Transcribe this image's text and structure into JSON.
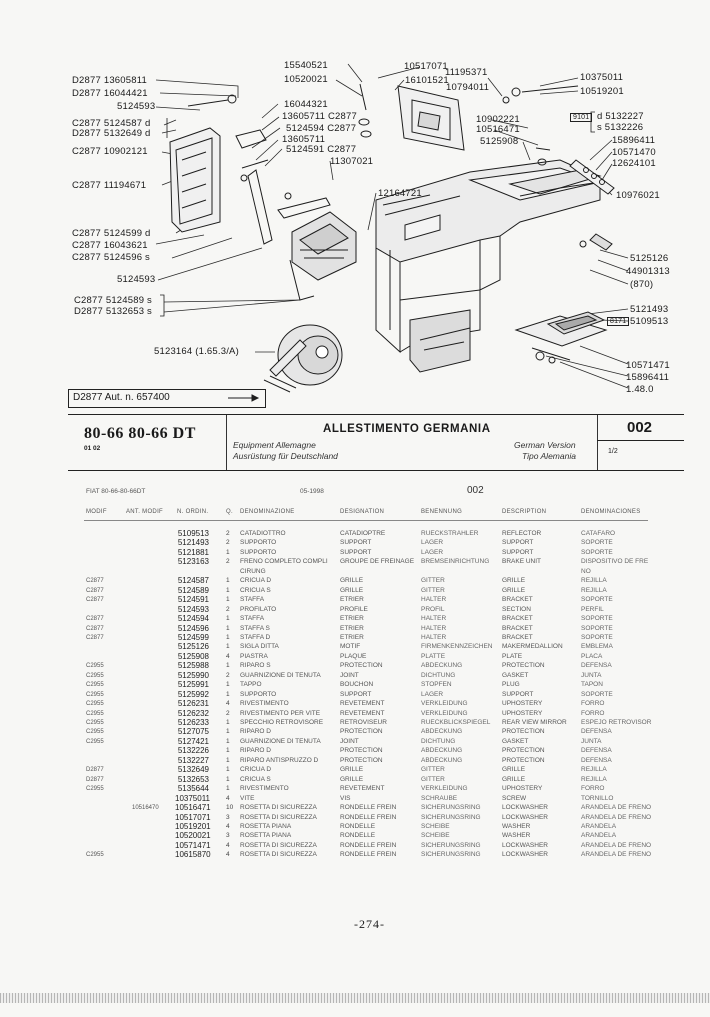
{
  "diagram": {
    "callouts_left": [
      "D2877  13605811",
      "D2877  16044421",
      "5124593",
      "C2877    5124587   d",
      "D2877    5132649   d",
      "C2877  10902121",
      "C2877  11194671",
      "C2877      5124599   d",
      "C2877   16043621",
      "C2877      5124596   s",
      "5124593",
      "C2877    5124589   s",
      "D2877    5132653   s",
      "5123164  (1.65.3/A)"
    ],
    "callouts_center": [
      "15540521",
      "10520021",
      "16044321",
      "13605711  C2877",
      "5124594  C2877",
      "13605711",
      "5124591  C2877",
      "11307021",
      "12164721"
    ],
    "callouts_top": [
      "10517071",
      "11195371",
      "16101521",
      "10794011"
    ],
    "callouts_right": [
      "10375011",
      "10519201",
      "10902221",
      "10516471",
      "5125908",
      "d 5132227",
      "s 5132226",
      "15896411",
      "10571470",
      "12624101",
      "10976021",
      "5125126",
      "44901313",
      "(870)",
      "5121493",
      "5109513",
      "10571471",
      "15896411",
      "1.48.0"
    ],
    "badge_a": "9101",
    "badge_b": "8171",
    "aut_label": "D2877  Aut. n. 657400"
  },
  "header": {
    "model": "80-66  80-66 DT",
    "code_small": "01  02",
    "title": "ALLESTIMENTO GERMANIA",
    "sub_left": [
      "Equipment Allemagne",
      "Ausrüstung für Deutschland"
    ],
    "sub_right": [
      "German Version",
      "Tipo Alemania"
    ],
    "page": "002",
    "page_fraction": "1/2"
  },
  "meta": {
    "left": "FIAT 80-66-80-66DT",
    "date": "05-1998",
    "center_code": "002"
  },
  "columns": [
    "MODIF",
    "ANT. MODIF",
    "N. ORDIN.",
    "Q.",
    "DENOMINAZIONE",
    "DESIGNATION",
    "BENENNUNG",
    "DESCRIPTION",
    "DENOMINACIONES"
  ],
  "rows": [
    {
      "mod": "",
      "ant": "",
      "code": "5109513",
      "qty": "2",
      "it": "CATADIOTTRO",
      "fr": "CATADIOPTRE",
      "de": "RUECKSTRAHLER",
      "en": "REFLECTOR",
      "es": "CATAFARO"
    },
    {
      "mod": "",
      "ant": "",
      "code": "5121493",
      "qty": "2",
      "it": "SUPPORTO",
      "fr": "SUPPORT",
      "de": "LAGER",
      "en": "SUPPORT",
      "es": "SOPORTE"
    },
    {
      "mod": "",
      "ant": "",
      "code": "5121881",
      "qty": "1",
      "it": "SUPPORTO",
      "fr": "SUPPORT",
      "de": "LAGER",
      "en": "SUPPORT",
      "es": "SOPORTE"
    },
    {
      "mod": "",
      "ant": "",
      "code": "5123163",
      "qty": "2",
      "it": "FRENO COMPLETO COMPLI",
      "fr": "GROUPE DE FREINAGE",
      "de": "BREMSEINRICHTUNG",
      "en": "BRAKE UNIT",
      "es": "DISPOSITIVO DE FRE"
    },
    {
      "mod": "",
      "ant": "",
      "code": "",
      "qty": "",
      "it": "CIRUNG",
      "fr": "",
      "de": "",
      "en": "",
      "es": "NO"
    },
    {
      "mod": "C2877",
      "ant": "",
      "code": "5124587",
      "qty": "1",
      "it": "CRICUA D",
      "fr": "GRILLE",
      "de": "GITTER",
      "en": "GRILLE",
      "es": "REJILLA"
    },
    {
      "mod": "C2877",
      "ant": "",
      "code": "5124589",
      "qty": "1",
      "it": "CRICUA S",
      "fr": "GRILLE",
      "de": "GITTER",
      "en": "GRILLE",
      "es": "REJILLA"
    },
    {
      "mod": "C2877",
      "ant": "",
      "code": "5124591",
      "qty": "1",
      "it": "STAFFA",
      "fr": "ETRIER",
      "de": "HALTER",
      "en": "BRACKET",
      "es": "SOPORTE"
    },
    {
      "mod": "",
      "ant": "",
      "code": "5124593",
      "qty": "2",
      "it": "PROFILATO",
      "fr": "PROFILE",
      "de": "PROFIL",
      "en": "SECTION",
      "es": "PERFIL"
    },
    {
      "mod": "C2877",
      "ant": "",
      "code": "5124594",
      "qty": "1",
      "it": "STAFFA",
      "fr": "ETRIER",
      "de": "HALTER",
      "en": "BRACKET",
      "es": "SOPORTE"
    },
    {
      "mod": "C2877",
      "ant": "",
      "code": "5124596",
      "qty": "1",
      "it": "STAFFA S",
      "fr": "ETRIER",
      "de": "HALTER",
      "en": "BRACKET",
      "es": "SOPORTE"
    },
    {
      "mod": "C2877",
      "ant": "",
      "code": "5124599",
      "qty": "1",
      "it": "STAFFA D",
      "fr": "ETRIER",
      "de": "HALTER",
      "en": "BRACKET",
      "es": "SOPORTE"
    },
    {
      "mod": "",
      "ant": "",
      "code": "5125126",
      "qty": "1",
      "it": "SIGLA DITTA",
      "fr": "MOTIF",
      "de": "FIRMENKENNZEICHEN",
      "en": "MAKERMEDALLION",
      "es": "EMBLEMA"
    },
    {
      "mod": "",
      "ant": "",
      "code": "5125908",
      "qty": "4",
      "it": "PIASTRA",
      "fr": "PLAQUE",
      "de": "PLATTE",
      "en": "PLATE",
      "es": "PLACA"
    },
    {
      "mod": "C2955",
      "ant": "",
      "code": "5125988",
      "qty": "1",
      "it": "RIPARO S",
      "fr": "PROTECTION",
      "de": "ABDECKUNG",
      "en": "PROTECTION",
      "es": "DEFENSA"
    },
    {
      "mod": "C2955",
      "ant": "",
      "code": "5125990",
      "qty": "2",
      "it": "GUARNIZIONE DI TENUTA",
      "fr": "JOINT",
      "de": "DICHTUNG",
      "en": "GASKET",
      "es": "JUNTA"
    },
    {
      "mod": "C2955",
      "ant": "",
      "code": "5125991",
      "qty": "1",
      "it": "TAPPO",
      "fr": "BOUCHON",
      "de": "STOPFEN",
      "en": "PLUG",
      "es": "TAPON"
    },
    {
      "mod": "C2955",
      "ant": "",
      "code": "5125992",
      "qty": "1",
      "it": "SUPPORTO",
      "fr": "SUPPORT",
      "de": "LAGER",
      "en": "SUPPORT",
      "es": "SOPORTE"
    },
    {
      "mod": "C2955",
      "ant": "",
      "code": "5126231",
      "qty": "4",
      "it": "RIVESTIMENTO",
      "fr": "REVETEMENT",
      "de": "VERKLEIDUNG",
      "en": "UPHOSTERY",
      "es": "FORRO"
    },
    {
      "mod": "C2955",
      "ant": "",
      "code": "5126232",
      "qty": "2",
      "it": "RIVESTIMENTO PER VITE",
      "fr": "REVETEMENT",
      "de": "VERKLEIDUNG",
      "en": "UPHOSTERY",
      "es": "FORRO"
    },
    {
      "mod": "C2955",
      "ant": "",
      "code": "5126233",
      "qty": "1",
      "it": "SPECCHIO RETROVISORE",
      "fr": "RETROVISEUR",
      "de": "RUECKBLICKSPIEGEL",
      "en": "REAR VIEW MIRROR",
      "es": "ESPEJO RETROVISOR"
    },
    {
      "mod": "C2955",
      "ant": "",
      "code": "5127075",
      "qty": "1",
      "it": "RIPARO D",
      "fr": "PROTECTION",
      "de": "ABDECKUNG",
      "en": "PROTECTION",
      "es": "DEFENSA"
    },
    {
      "mod": "C2955",
      "ant": "",
      "code": "5127421",
      "qty": "1",
      "it": "GUARNIZIONE DI TENUTA",
      "fr": "JOINT",
      "de": "DICHTUNG",
      "en": "GASKET",
      "es": "JUNTA"
    },
    {
      "mod": "",
      "ant": "",
      "code": "5132226",
      "qty": "1",
      "it": "RIPARO D",
      "fr": "PROTECTION",
      "de": "ABDECKUNG",
      "en": "PROTECTION",
      "es": "DEFENSA"
    },
    {
      "mod": "",
      "ant": "",
      "code": "5132227",
      "qty": "1",
      "it": "RIPARO ANTISPRUZZO D",
      "fr": "PROTECTION",
      "de": "ABDECKUNG",
      "en": "PROTECTION",
      "es": "DEFENSA"
    },
    {
      "mod": "D2877",
      "ant": "",
      "code": "5132649",
      "qty": "1",
      "it": "CRICUA D",
      "fr": "GRILLE",
      "de": "GITTER",
      "en": "GRILLE",
      "es": "REJILLA"
    },
    {
      "mod": "D2877",
      "ant": "",
      "code": "5132653",
      "qty": "1",
      "it": "CRICUA S",
      "fr": "GRILLE",
      "de": "GITTER",
      "en": "GRILLE",
      "es": "REJILLA"
    },
    {
      "mod": "C2955",
      "ant": "",
      "code": "5135644",
      "qty": "1",
      "it": "RIVESTIMENTO",
      "fr": "REVETEMENT",
      "de": "VERKLEIDUNG",
      "en": "UPHOSTERY",
      "es": "FORRO"
    },
    {
      "mod": "",
      "ant": "",
      "code": "10375011",
      "qty": "4",
      "it": "VITE",
      "fr": "VIS",
      "de": "SCHRAUBE",
      "en": "SCREW",
      "es": "TORNILLO"
    },
    {
      "mod": "",
      "ant": "10516470",
      "code": "10516471",
      "qty": "10",
      "it": "ROSETTA DI SICUREZZA",
      "fr": "RONDELLE FREIN",
      "de": "SICHERUNGSRING",
      "en": "LOCKWASHER",
      "es": "ARANDELA DE FRENO"
    },
    {
      "mod": "",
      "ant": "",
      "code": "10517071",
      "qty": "3",
      "it": "ROSETTA DI SICUREZZA",
      "fr": "RONDELLE FREIN",
      "de": "SICHERUNGSRING",
      "en": "LOCKWASHER",
      "es": "ARANDELA DE FRENO"
    },
    {
      "mod": "",
      "ant": "",
      "code": "10519201",
      "qty": "4",
      "it": "ROSETTA PIANA",
      "fr": "RONDELLE",
      "de": "SCHEIBE",
      "en": "WASHER",
      "es": "ARANDELA"
    },
    {
      "mod": "",
      "ant": "",
      "code": "10520021",
      "qty": "3",
      "it": "ROSETTA PIANA",
      "fr": "RONDELLE",
      "de": "SCHEIBE",
      "en": "WASHER",
      "es": "ARANDELA"
    },
    {
      "mod": "",
      "ant": "",
      "code": "10571471",
      "qty": "4",
      "it": "ROSETTA DI SICUREZZA",
      "fr": "RONDELLE FREIN",
      "de": "SICHERUNGSRING",
      "en": "LOCKWASHER",
      "es": "ARANDELA DE FRENO"
    },
    {
      "mod": "C2955",
      "ant": "",
      "code": "10615870",
      "qty": "4",
      "it": "ROSETTA DI SICUREZZA",
      "fr": "RONDELLE FREIN",
      "de": "SICHERUNGSRING",
      "en": "LOCKWASHER",
      "es": "ARANDELA DE FRENO"
    }
  ],
  "footer": "-274-"
}
